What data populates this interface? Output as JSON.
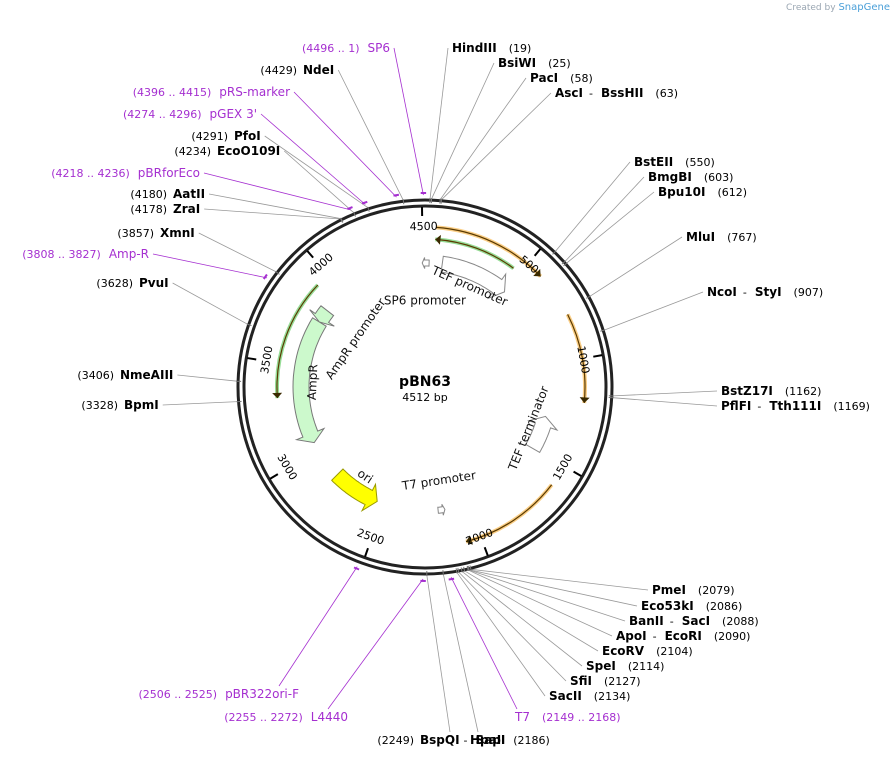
{
  "watermark": {
    "prefix": "Created by",
    "brand": "SnapGene"
  },
  "plasmid": {
    "name": "pBN63",
    "length_label": "4512 bp",
    "length": 4512
  },
  "ruler_ticks": [
    "500",
    "1000",
    "1500",
    "2000",
    "2500",
    "3000",
    "3500",
    "4000",
    "4500"
  ],
  "features": [
    {
      "name": "SP6 promoter",
      "start": 4496,
      "end": 15,
      "strand": -1,
      "color": "#ffffff",
      "edge": "#888888"
    },
    {
      "name": "TEF promoter",
      "start": 100,
      "end": 500,
      "strand": 1,
      "color": "#ffffff",
      "edge": "#888888"
    },
    {
      "name": "TEF terminator",
      "start": 1300,
      "end": 1500,
      "strand": -1,
      "color": "#ffffff",
      "edge": "#888888"
    },
    {
      "name": "T7 promoter",
      "start": 2140,
      "end": 2160,
      "strand": -1,
      "color": "#ffffff",
      "edge": "#888888"
    },
    {
      "name": "ori",
      "start": 2540,
      "end": 2820,
      "strand": -1,
      "color": "#ffff00",
      "edge": "#9a9a00"
    },
    {
      "name": "AmpR",
      "start": 3050,
      "end": 3780,
      "strand": -1,
      "color": "#ccf9cc",
      "edge": "#777777"
    },
    {
      "name": "AmpR promoter",
      "start": 3780,
      "end": 3860,
      "strand": -1,
      "color": "#ccf9cc",
      "edge": "#777777"
    }
  ],
  "orf_arcs": [
    {
      "start": 50,
      "end": 580,
      "strand": 1,
      "color": "#f5a623"
    },
    {
      "start": 790,
      "end": 1200,
      "strand": 1,
      "color": "#f5a623"
    },
    {
      "start": 1600,
      "end": 2070,
      "strand": 1,
      "color": "#f5a623"
    },
    {
      "start": 50,
      "end": 460,
      "strand": -1,
      "color": "#3fbf3f"
    },
    {
      "start": 3330,
      "end": 3930,
      "strand": -1,
      "color": "#3fbf3f"
    }
  ],
  "enzymes": [
    {
      "pos_label": "(4429)",
      "name": "NdeI",
      "site": 4429
    },
    {
      "pos_label": "(4291)",
      "name": "PfoI",
      "site": 4291
    },
    {
      "pos_label": "(4234)",
      "name": "EcoO109I",
      "site": 4234
    },
    {
      "pos_label": "(4180)",
      "name": "AatII",
      "site": 4180
    },
    {
      "pos_label": "(4178)",
      "name": "ZraI",
      "site": 4178
    },
    {
      "pos_label": "(3857)",
      "name": "XmnI",
      "site": 3857
    },
    {
      "pos_label": "(3628)",
      "name": "PvuI",
      "site": 3628
    },
    {
      "pos_label": "(3406)",
      "name": "NmeAIII",
      "site": 3406
    },
    {
      "pos_label": "(3328)",
      "name": "BpmI",
      "site": 3328
    },
    {
      "pos_label": "(2249)",
      "name": "BspQI",
      "extra": "SapI",
      "site": 2249
    },
    {
      "name": "HindIII",
      "pos_label": "(19)",
      "site": 19
    },
    {
      "name": "BsiWI",
      "pos_label": "(25)",
      "site": 25
    },
    {
      "name": "PacI",
      "pos_label": "(58)",
      "site": 58
    },
    {
      "name": "AscI",
      "extra": "BssHII",
      "pos_label": "(63)",
      "site": 63
    },
    {
      "name": "BstEII",
      "pos_label": "(550)",
      "site": 550
    },
    {
      "name": "BmgBI",
      "pos_label": "(603)",
      "site": 603
    },
    {
      "name": "Bpu10I",
      "pos_label": "(612)",
      "site": 612
    },
    {
      "name": "MluI",
      "pos_label": "(767)",
      "site": 767
    },
    {
      "name": "NcoI",
      "extra": "StyI",
      "pos_label": "(907)",
      "site": 907
    },
    {
      "name": "BstZ17I",
      "pos_label": "(1162)",
      "site": 1162
    },
    {
      "name": "PflFI",
      "extra": "Tth111I",
      "pos_label": "(1169)",
      "site": 1169
    },
    {
      "name": "PmeI",
      "pos_label": "(2079)",
      "site": 2079
    },
    {
      "name": "Eco53kI",
      "pos_label": "(2086)",
      "site": 2086
    },
    {
      "name": "BanII",
      "extra": "SacI",
      "pos_label": "(2088)",
      "site": 2088
    },
    {
      "name": "ApoI",
      "extra": "EcoRI",
      "pos_label": "(2090)",
      "site": 2090
    },
    {
      "name": "EcoRV",
      "pos_label": "(2104)",
      "site": 2104
    },
    {
      "name": "SpeI",
      "pos_label": "(2114)",
      "site": 2114
    },
    {
      "name": "SfiI",
      "pos_label": "(2127)",
      "site": 2127
    },
    {
      "name": "SacII",
      "pos_label": "(2134)",
      "site": 2134
    },
    {
      "name": "HpaI",
      "pos_label": "(2186)",
      "site": 2186
    }
  ],
  "primers": [
    {
      "range": "(4496 .. 1)",
      "name": "SP6",
      "site": 4506
    },
    {
      "range": "(4396 .. 4415)",
      "name": "pRS-marker",
      "site": 4405
    },
    {
      "range": "(4274 .. 4296)",
      "name": "pGEX 3'",
      "site": 4285
    },
    {
      "range": "(4218 .. 4236)",
      "name": "pBRforEco",
      "site": 4227
    },
    {
      "range": "(3808 .. 3827)",
      "name": "Amp-R",
      "site": 3818
    },
    {
      "range": "(2506 .. 2525)",
      "name": "pBR322ori-F",
      "site": 2515
    },
    {
      "range": "(2255 .. 2272)",
      "name": "L4440",
      "site": 2263
    },
    {
      "name": "T7",
      "range": "(2149 .. 2168)",
      "site": 2158
    }
  ]
}
